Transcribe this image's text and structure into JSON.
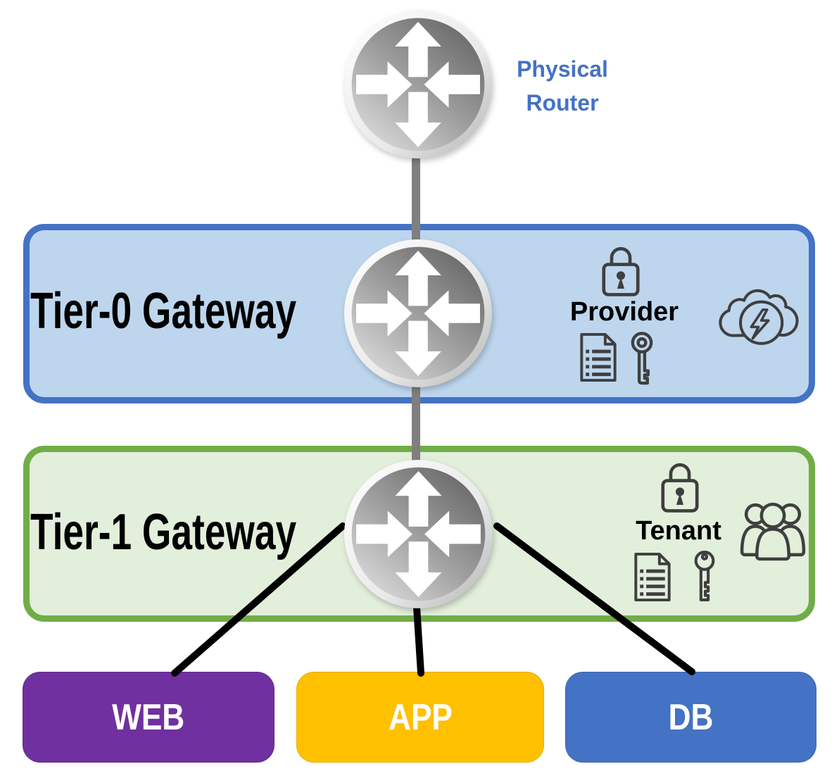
{
  "diagram": {
    "physical_router": {
      "label": "Physical Router",
      "label_color": "#4472C4",
      "icon": "router-icon"
    },
    "tier0": {
      "label": "Tier-0 Gateway",
      "role": "Provider",
      "border_color": "#4472C4",
      "fill_color": "#BDD6EE",
      "icons": [
        "router-icon",
        "padlock-icon",
        "document-list-icon",
        "key-icon",
        "cloud-lightning-icon"
      ]
    },
    "tier1": {
      "label": "Tier-1 Gateway",
      "role": "Tenant",
      "border_color": "#70AD47",
      "fill_color": "#E2EFDB",
      "icons": [
        "router-icon",
        "padlock-icon",
        "document-list-icon",
        "key-icon",
        "people-group-icon"
      ]
    },
    "workloads": [
      {
        "label": "WEB",
        "color": "#7030A0"
      },
      {
        "label": "APP",
        "color": "#FFC000"
      },
      {
        "label": "DB",
        "color": "#4472C4"
      }
    ],
    "connectors": {
      "uplink_color": "#7F7F7F",
      "segment_color": "#000000"
    }
  }
}
